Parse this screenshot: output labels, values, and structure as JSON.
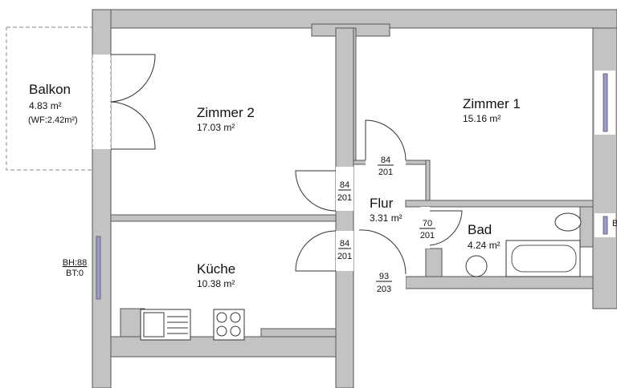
{
  "rooms": {
    "balkon": {
      "name": "Balkon",
      "area": "4.83 m²",
      "wf": "(WF:2.42m²)"
    },
    "zimmer2": {
      "name": "Zimmer 2",
      "area": "17.03 m²"
    },
    "zimmer1": {
      "name": "Zimmer 1",
      "area": "15.16 m²"
    },
    "flur": {
      "name": "Flur",
      "area": "3.31 m²"
    },
    "bad": {
      "name": "Bad",
      "area": "4.24 m²"
    },
    "kueche": {
      "name": "Küche",
      "area": "10.38 m²"
    }
  },
  "doors": [
    {
      "width": "84",
      "height": "201"
    },
    {
      "width": "84",
      "height": "201"
    },
    {
      "width": "84",
      "height": "201"
    },
    {
      "width": "70",
      "height": "201"
    },
    {
      "width": "93",
      "height": "203"
    }
  ],
  "window_note": {
    "bh": "BH:88",
    "bt": "BT:0"
  },
  "edge_labels": [
    "B"
  ]
}
